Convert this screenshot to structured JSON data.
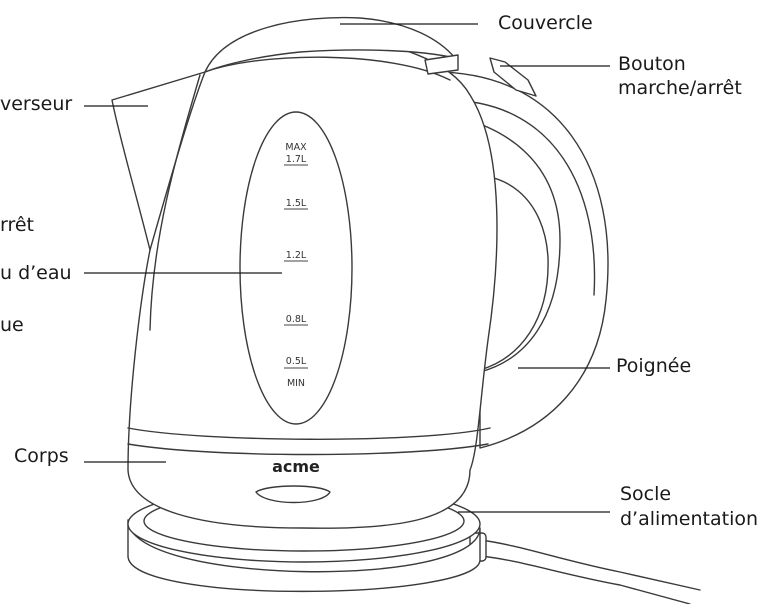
{
  "labels": {
    "couvercle": "Couvercle",
    "bouton_line1": "Bouton",
    "bouton_line2": "marche/arrêt",
    "verseur": "verseur",
    "arret": "rrêt",
    "niveau": "u d’eau",
    "ue": "ue",
    "poignee": "Poignée",
    "corps": "Corps",
    "socle_line1": "Socle",
    "socle_line2": "d’alimentation"
  },
  "water_scale": {
    "max": "MAX",
    "marks": [
      "1.7L",
      "1.5L",
      "1.2L",
      "0.8L",
      "0.5L"
    ],
    "min": "MIN"
  },
  "brand": "acme"
}
